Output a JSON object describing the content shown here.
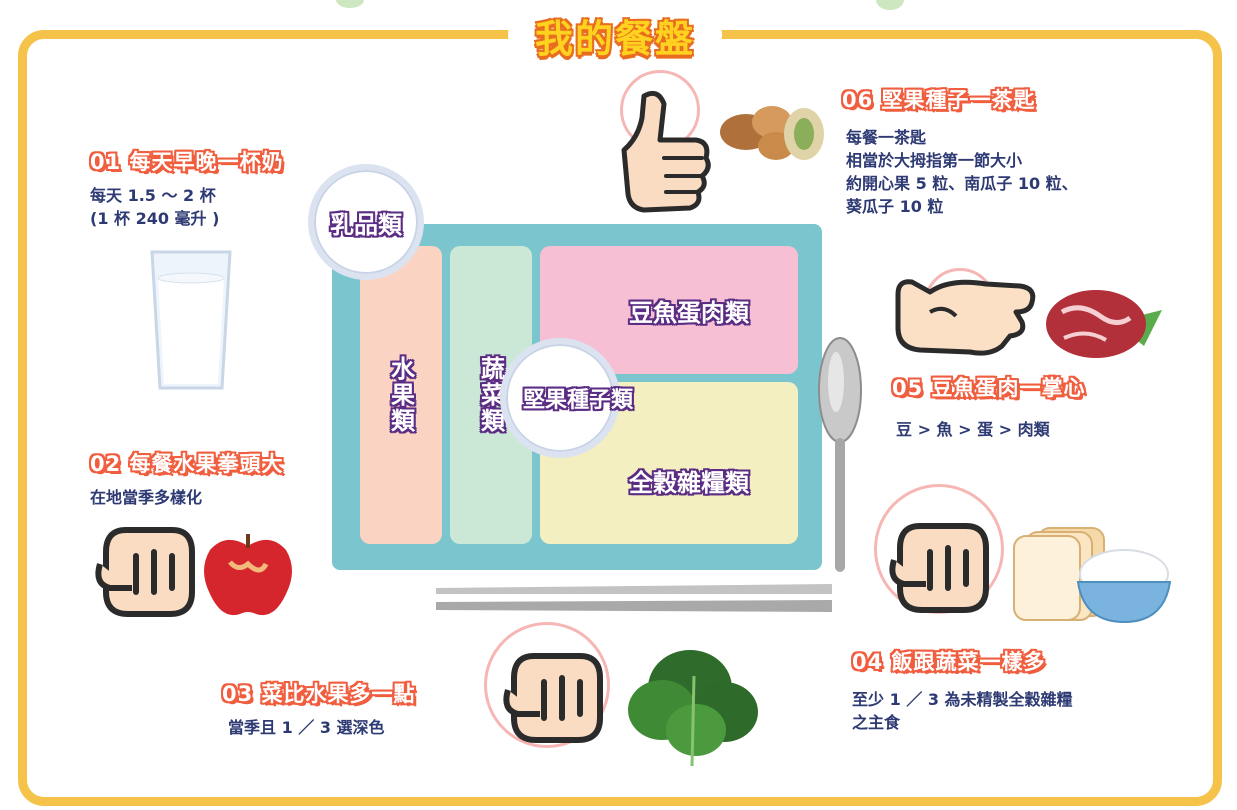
{
  "title": "我的餐盤",
  "tray": {
    "fruit": "水果類",
    "vegetables": "蔬菜類",
    "protein": "豆魚蛋肉類",
    "grains": "全穀雜糧類",
    "nuts": "堅果種子類",
    "dairy": "乳品類"
  },
  "items": [
    {
      "heading": "01 每天早晚一杯奶",
      "lines": [
        "每天 1.5 ～ 2 杯",
        "(1 杯 240 毫升 )"
      ]
    },
    {
      "heading": "02 每餐水果拳頭大",
      "lines": [
        "在地當季多樣化"
      ]
    },
    {
      "heading": "03 菜比水果多一點",
      "lines": [
        "當季且 1 ／ 3 選深色"
      ]
    },
    {
      "heading": "04 飯跟蔬菜一樣多",
      "lines": [
        "至少 1 ／ 3 為未精製全穀雜糧",
        "之主食"
      ]
    },
    {
      "heading": "05 豆魚蛋肉一掌心",
      "lines": [
        "豆 > 魚 > 蛋 > 肉類"
      ]
    },
    {
      "heading": "06 堅果種子一茶匙",
      "lines": [
        "每餐一茶匙",
        "相當於大拇指第一節大小",
        "約開心果 5 粒、南瓜子 10 粒、",
        "葵瓜子 10 粒"
      ]
    }
  ],
  "colors": {
    "frame": "#f5c34a",
    "tray": "#7bc6ce",
    "heading": "#f05e3f",
    "label_outline": "#5b2c83",
    "text": "#2e3a73"
  }
}
